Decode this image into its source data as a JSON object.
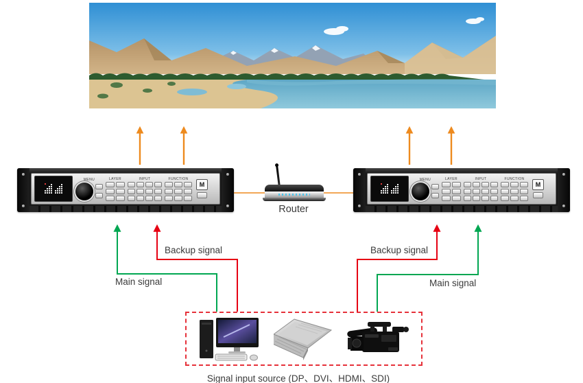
{
  "diagram": {
    "router_label": "Router",
    "caption": "Signal input source (DP、DVI、HDMI、SDI)",
    "labels": {
      "backup_left": "Backup signal",
      "main_left": "Main signal",
      "backup_right": "Backup signal",
      "main_right": "Main signal"
    }
  },
  "device_panel": {
    "menu_label": "MENU",
    "layer_label": "LAYER",
    "input_label": "INPUT",
    "function_label": "FUNCTION",
    "logo_text": "M"
  },
  "colors": {
    "arrow_orange": "#ED8A1E",
    "signal_green": "#00A651",
    "signal_red": "#E60012",
    "source_box_border": "#E6313A",
    "label_text": "#3A3A3A",
    "router_led_blue": "#49C4EA"
  }
}
